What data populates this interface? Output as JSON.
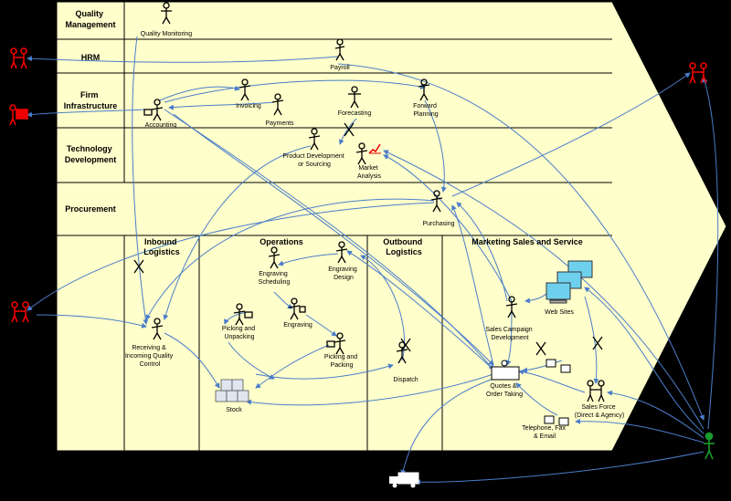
{
  "rows": {
    "quality": "Quality Management",
    "hrm": "HRM",
    "firm": "Firm Infrastructure",
    "tech": "Technology Development",
    "procurement": "Procurement"
  },
  "columns": {
    "inbound": "Inbound Logistics",
    "operations": "Operations",
    "outbound": "Outbound Logistics",
    "marketing": "Marketing Sales and Service"
  },
  "activities": {
    "quality_monitoring": "Quality Monitoring",
    "payroll": "Payroll",
    "accounting": "Accounting",
    "invoicing": "Invoicing",
    "payments": "Payments",
    "forecasting": "Forecasting",
    "forward_planning": "Forward Planning",
    "product_development": "Product Development or Sourcing",
    "market_analysis": "Market Analysis",
    "purchasing": "Purchasing",
    "receiving": "Receiving & Incoming Quality Control",
    "engraving_scheduling": "Engraving Scheduling",
    "engraving_design": "Engraving Design",
    "picking_unpacking": "Picking and Unpacking",
    "engraving": "Engraving",
    "picking_packing": "Picking and Packing",
    "stock": "Stock",
    "dispatch": "Dispatch",
    "sales_campaign": "Sales Campaign Development",
    "web_sites": "Web Sites",
    "quotes": "Quotes & Order Taking",
    "sales_force": "Sales Force (Direct & Agency)",
    "telephone": "Telephone, Fax & Email"
  },
  "colors": {
    "panel": "#ffffcc",
    "flow": "#4a7dc9",
    "external": "#e00000",
    "customer": "#1a9a2a"
  }
}
